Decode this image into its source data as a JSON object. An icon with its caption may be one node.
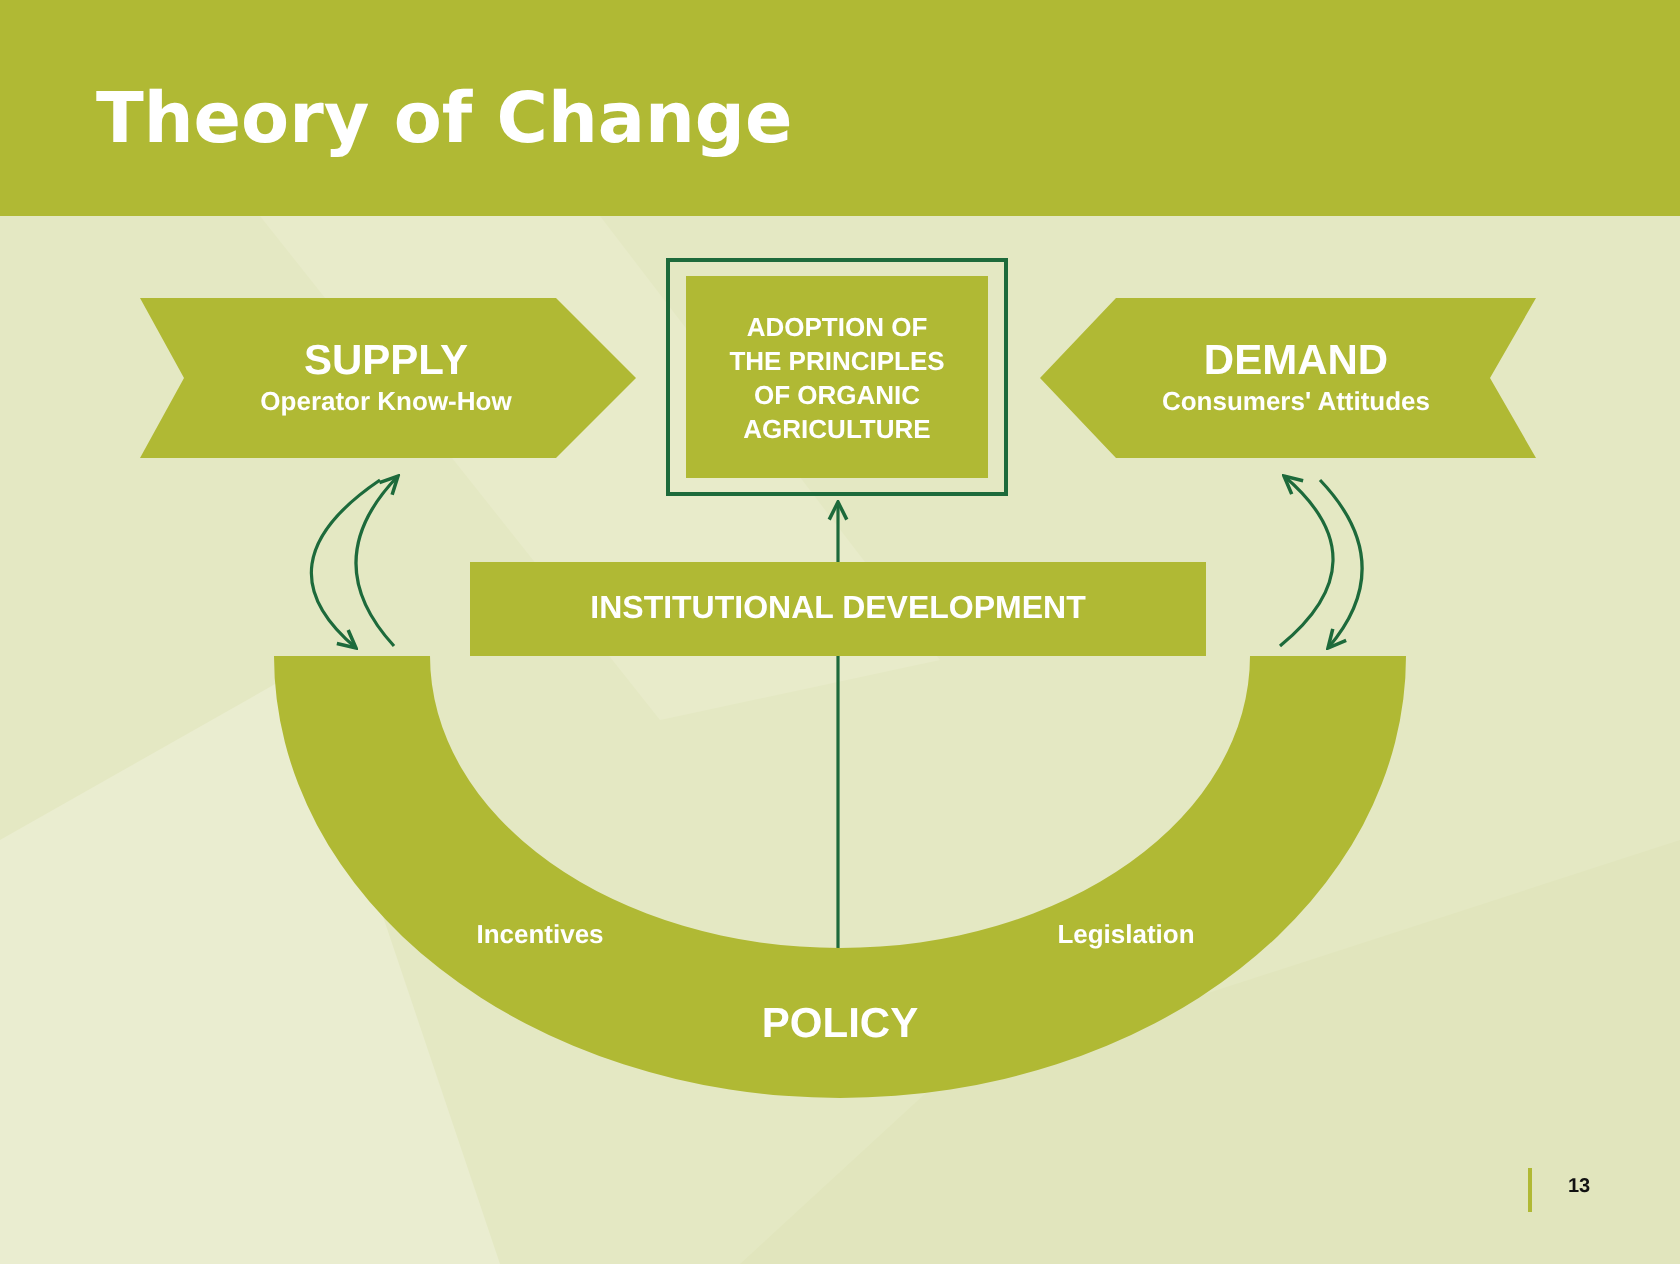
{
  "diagram": {
    "title": "Theory of Change",
    "nodes": [
      {
        "text": [
          "SUPPLY",
          "Operator Know-How"
        ]
      },
      {
        "text": [
          "ADOPTION OF THE PRINCIPLES OF ORGANIC AGRICULTURE"
        ]
      },
      {
        "text": [
          "DEMAND",
          "Consumers' Attitudes"
        ]
      },
      {
        "text": [
          "INSTITUTIONAL DEVELOPMENT"
        ]
      },
      {
        "text": [
          "POLICY",
          "Incentives",
          "Legislation"
        ]
      }
    ],
    "edges": [
      {
        "from": 0,
        "to": 4,
        "arrow": "to"
      },
      {
        "from": 4,
        "to": 0,
        "arrow": "to"
      },
      {
        "from": 2,
        "to": 4,
        "arrow": "to"
      },
      {
        "from": 4,
        "to": 2,
        "arrow": "to"
      },
      {
        "from": 4,
        "to": 3,
        "arrow": "none"
      },
      {
        "from": 3,
        "to": 1,
        "arrow": "to"
      }
    ],
    "labels": [
      "13"
    ]
  }
}
